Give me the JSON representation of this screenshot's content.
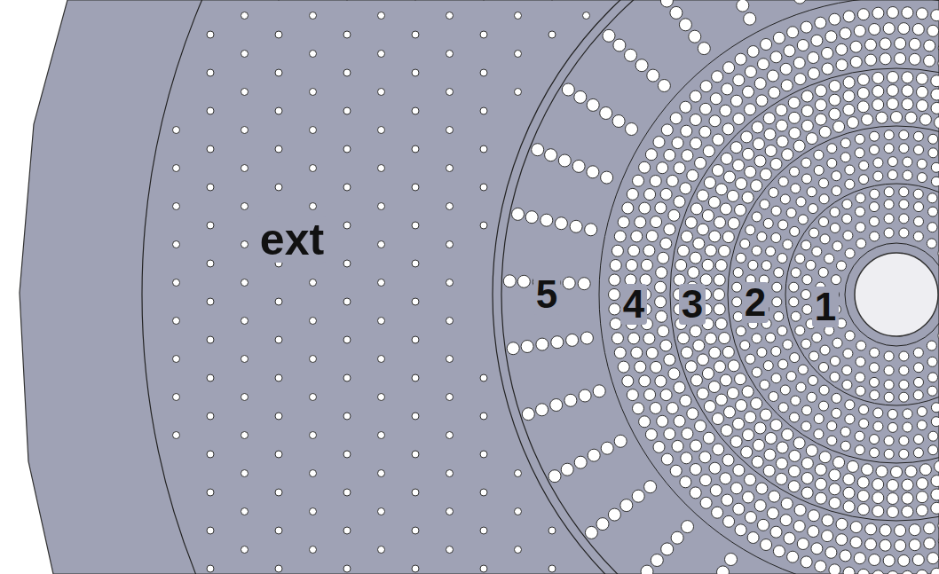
{
  "diagram": {
    "labels": [
      "ext",
      "5",
      "4",
      "3",
      "2",
      "1"
    ]
  }
}
